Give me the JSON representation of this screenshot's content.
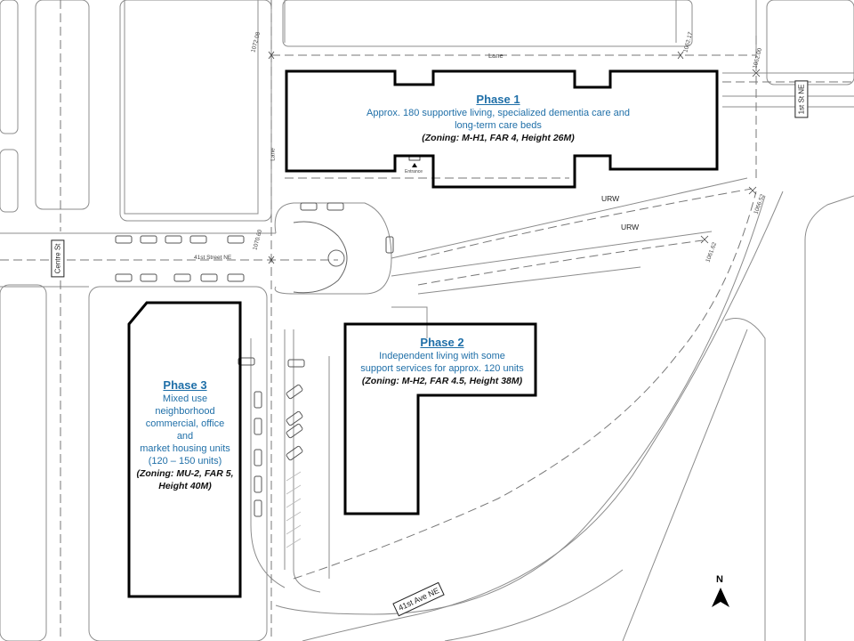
{
  "phases": {
    "phase1": {
      "title": "Phase 1",
      "line1": "Approx. 180 supportive  living, specialized dementia care and",
      "line2": "long-term care beds",
      "zoning": "(Zoning: M-H1, FAR 4, Height 26M)"
    },
    "phase2": {
      "title": "Phase 2",
      "line1": "Independent  living with some",
      "line2": "support  services for approx. 120 units",
      "zoning": "(Zoning: M-H2, FAR 4.5, Height 38M)"
    },
    "phase3": {
      "title": "Phase 3",
      "lines": [
        "Mixed use",
        "neighborhood",
        "commercial, office",
        "and",
        "market housing units",
        "(120 – 150 units)"
      ],
      "zoning1": "(Zoning: MU-2, FAR 5,",
      "zoning2": "Height 40M)"
    }
  },
  "roads": {
    "centre_st": "Centre St",
    "first_st": "1st St NE",
    "avenue_41": "41st Ave NE",
    "street_41": "41st Street NE",
    "lane_top": "Lane",
    "lane_side": "Lane"
  },
  "elevations": [
    "1072.08",
    "1062.17",
    "1062.00",
    "1070.60",
    "1066.52",
    "1061.62"
  ],
  "urw_labels": [
    "URW",
    "URW"
  ],
  "entrance_label": "Entrance",
  "north_label": "N",
  "colors": {
    "phase_text": "#1f6fa8",
    "outline": "#000000",
    "road_line": "#9a9a9a"
  }
}
